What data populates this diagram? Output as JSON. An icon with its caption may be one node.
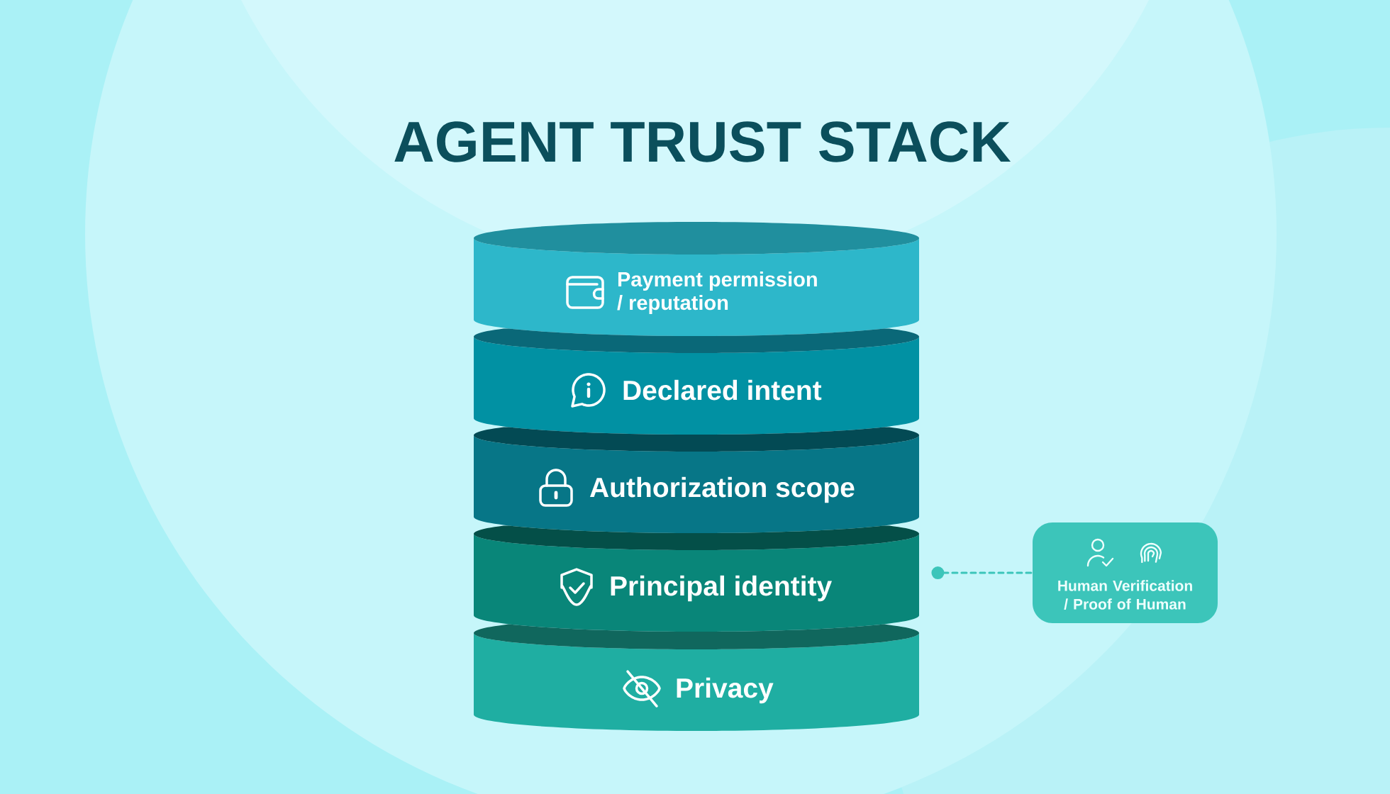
{
  "diagram": {
    "title": "AGENT TRUST STACK",
    "nodes": [
      {
        "text": [
          "Payment permission / reputation"
        ]
      },
      {
        "text": [
          "Declared intent"
        ]
      },
      {
        "text": [
          "Authorization scope"
        ]
      },
      {
        "text": [
          "Principal identity"
        ]
      },
      {
        "text": [
          "Privacy"
        ]
      },
      {
        "text": [
          "Human Verification / Proof of Human"
        ]
      }
    ],
    "edges": [
      {
        "from": 3,
        "to": 5,
        "arrow": "other",
        "style": "dashed"
      }
    ]
  }
}
